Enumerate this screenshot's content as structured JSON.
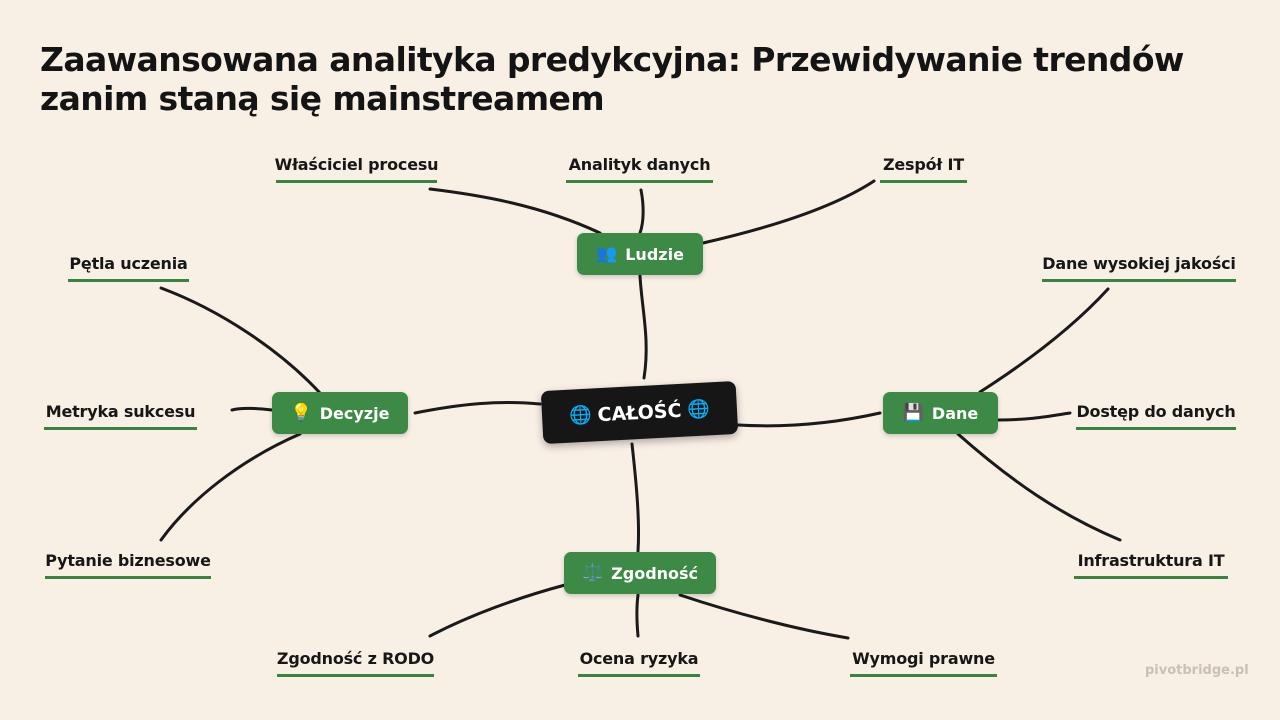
{
  "title_lines": [
    "Zaawansowana analityka predykcyjna: Przewidywanie trendów",
    "zanim staną się mainstreamem"
  ],
  "center": {
    "label": "CAŁOŚĆ",
    "icon": "🌐"
  },
  "branches": {
    "ludzie": {
      "label": "Ludzie",
      "icon": "👥"
    },
    "decyzje": {
      "label": "Decyzje",
      "icon": "💡"
    },
    "dane": {
      "label": "Dane",
      "icon": "💾"
    },
    "zgodnosc": {
      "label": "Zgodność",
      "icon": "⚖️"
    }
  },
  "leaves": {
    "wlasciciel": "Właściciel procesu",
    "analityk": "Analityk danych",
    "zespol_it": "Zespół IT",
    "petla": "Pętla uczenia",
    "metryka": "Metryka sukcesu",
    "pytanie": "Pytanie biznesowe",
    "dane_jakosci": "Dane wysokiej jakości",
    "dostep": "Dostęp do danych",
    "infrastruktura": "Infrastruktura IT",
    "rodo": "Zgodność z RODO",
    "ocena": "Ocena ryzyka",
    "wymogi": "Wymogi prawne"
  },
  "watermark": "pivotbridge.pl",
  "colors": {
    "background": "#f8efe5",
    "branch": "#3c8a45",
    "center": "#161616",
    "underline": "#3a8240"
  }
}
